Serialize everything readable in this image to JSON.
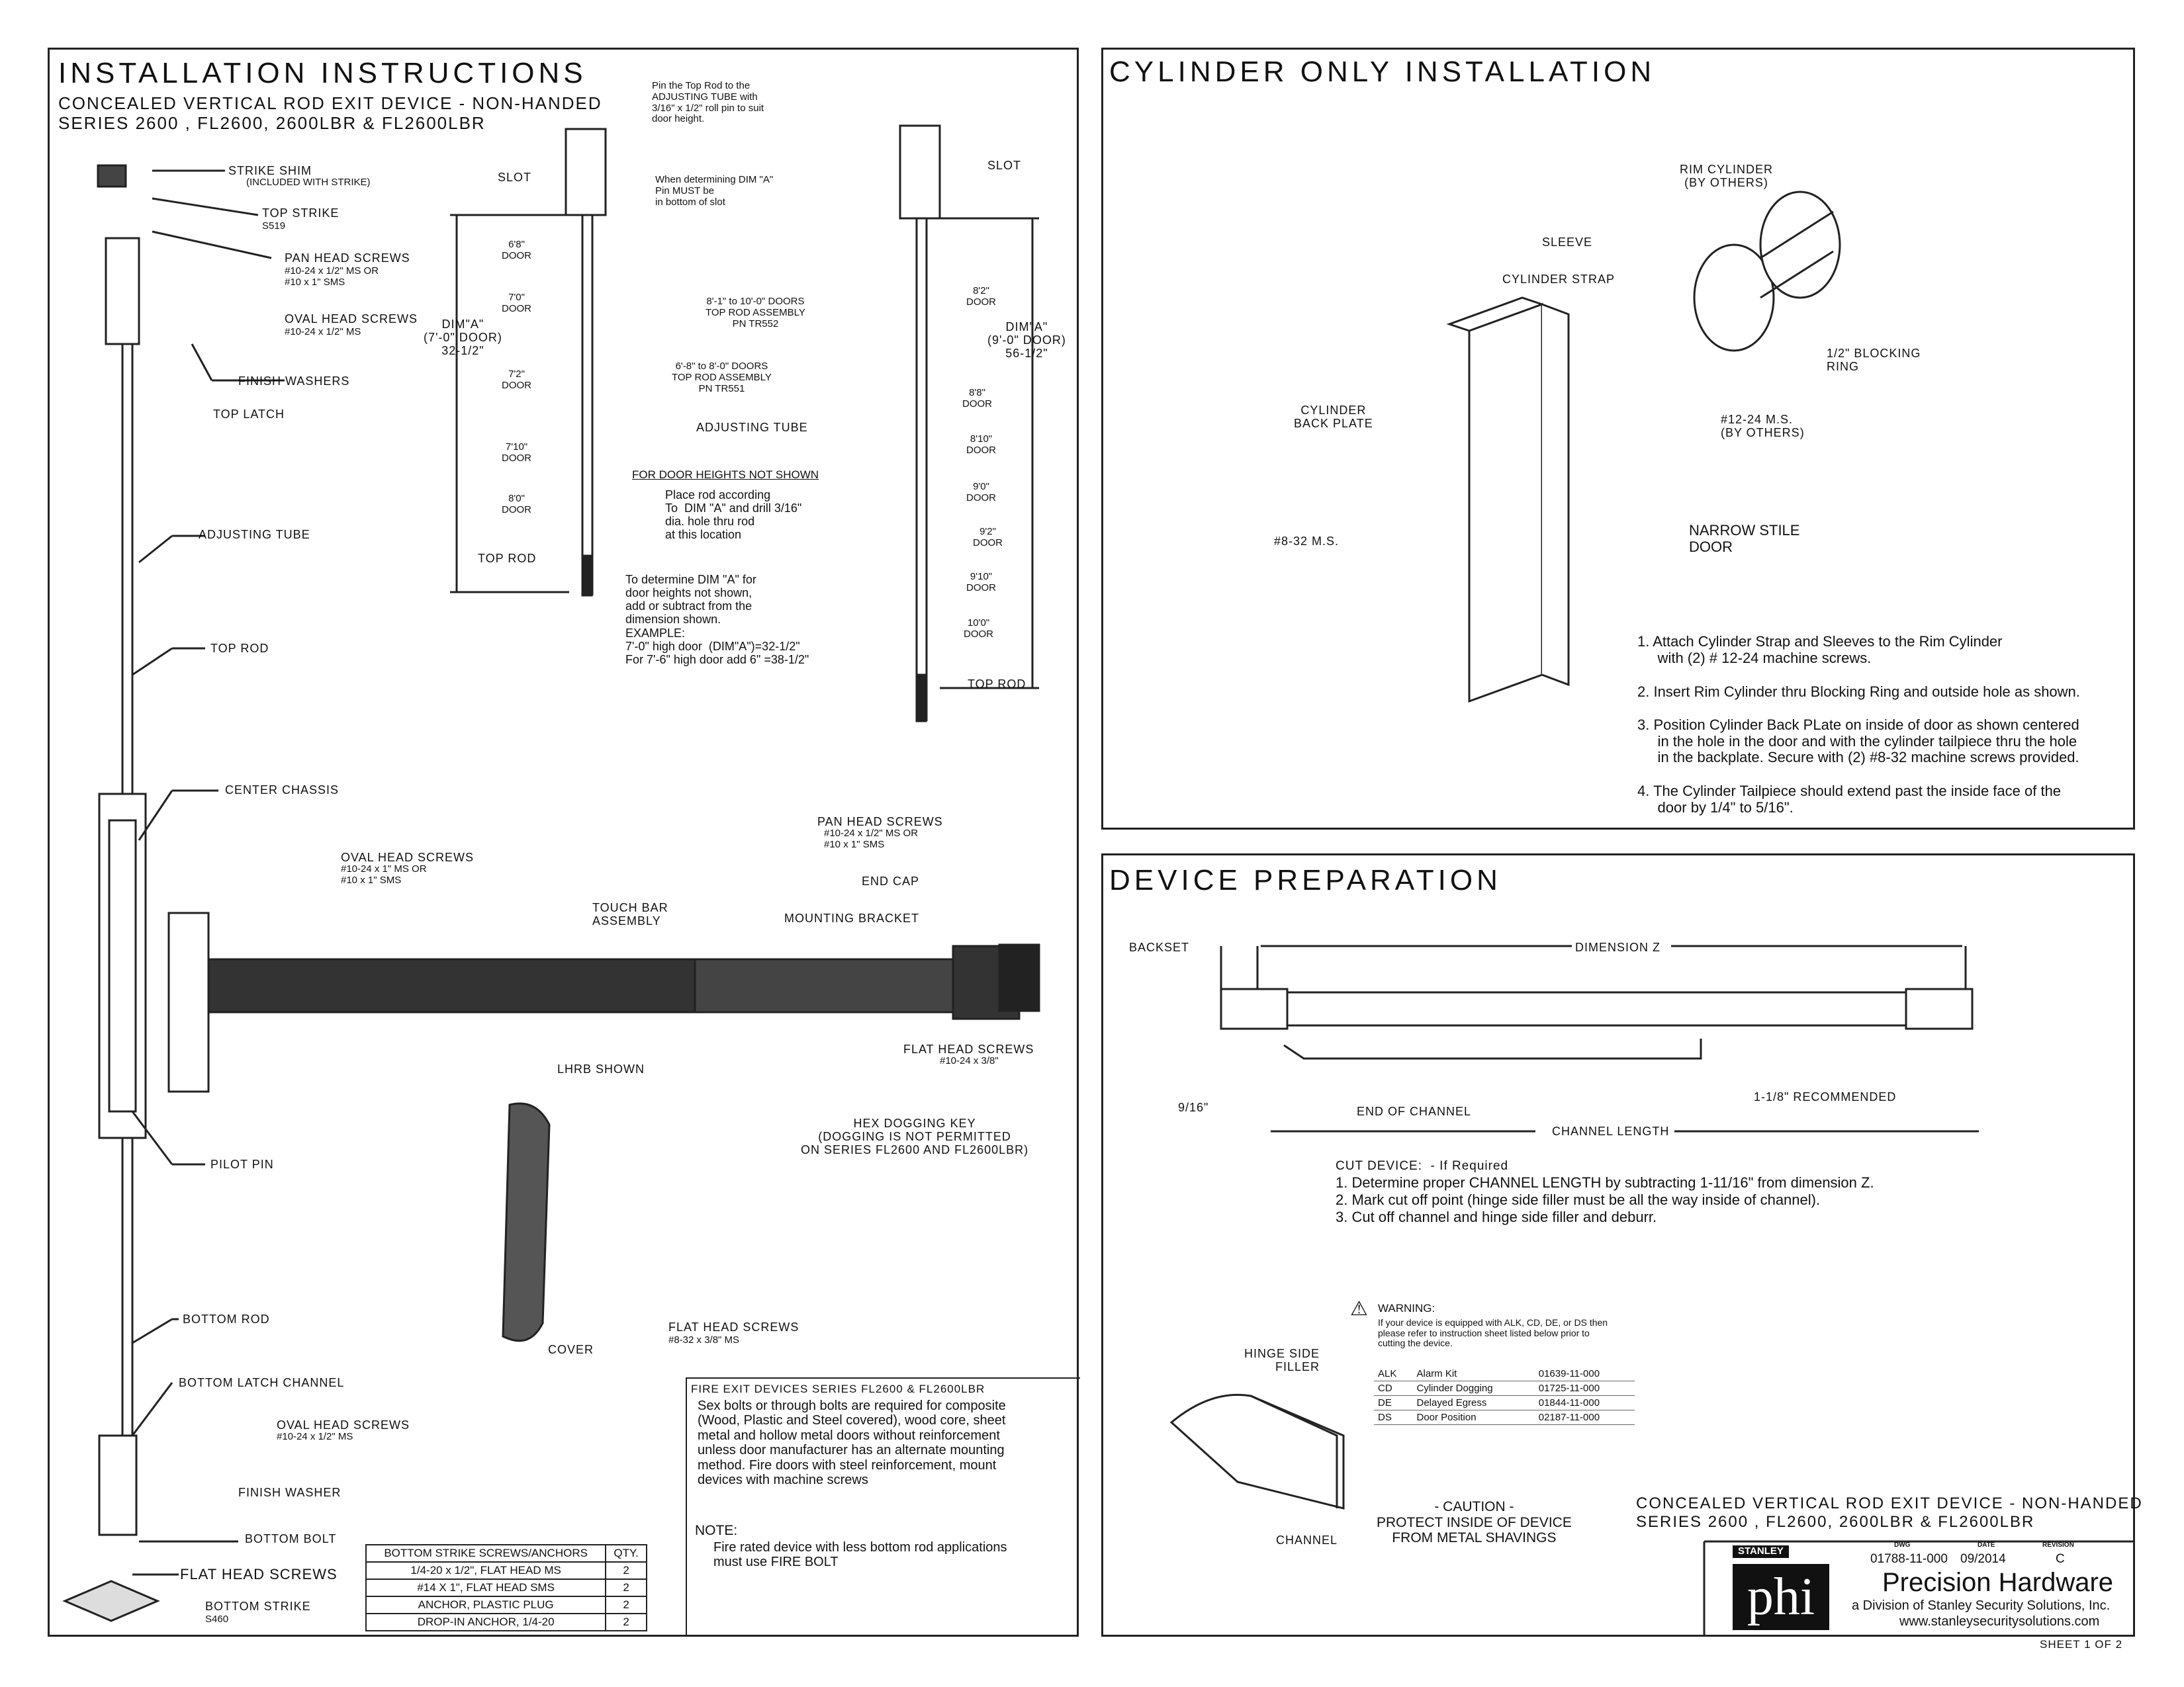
{
  "left_panel": {
    "title": "INSTALLATION INSTRUCTIONS",
    "subtitle_line1": "CONCEALED VERTICAL ROD EXIT DEVICE - NON-HANDED",
    "subtitle_line2": "SERIES 2600 , FL2600, 2600LBR & FL2600LBR",
    "labels": {
      "strike_shim": "STRIKE SHIM",
      "strike_shim_note": "(INCLUDED WITH STRIKE)",
      "top_strike": "TOP STRIKE",
      "top_strike_pn": "S519",
      "pan_head_screws_1": "PAN HEAD SCREWS",
      "pan_head_screws_1_spec": "#10-24 x 1/2\" MS OR\n#10 x 1\" SMS",
      "oval_head_screws_1": "OVAL HEAD SCREWS",
      "oval_head_screws_1_spec": "#10-24 x 1/2\" MS",
      "finish_washers": "FINISH WASHERS",
      "top_latch": "TOP LATCH",
      "adjusting_tube": "ADJUSTING TUBE",
      "top_rod": "TOP ROD",
      "center_chassis": "CENTER CHASSIS",
      "oval_head_screws_2": "OVAL HEAD SCREWS",
      "oval_head_screws_2_spec": "#10-24 x 1\" MS OR\n#10 x 1\" SMS",
      "touch_bar_assembly": "TOUCH BAR\nASSEMBLY",
      "pan_head_screws_2": "PAN HEAD SCREWS",
      "pan_head_screws_2_spec": "#10-24 x 1/2\" MS OR\n#10 x 1\" SMS",
      "end_cap": "END CAP",
      "mounting_bracket": "MOUNTING BRACKET",
      "flat_head_screws_1": "FLAT HEAD SCREWS",
      "flat_head_screws_1_spec": "#10-24 x 3/8\"",
      "lhrb_shown": "LHRB SHOWN",
      "hex_dogging_key": "HEX DOGGING KEY\n(DOGGING IS NOT PERMITTED\nON SERIES FL2600 AND FL2600LBR)",
      "pilot_pin": "PILOT PIN",
      "cover": "COVER",
      "flat_head_screws_2": "FLAT HEAD SCREWS",
      "flat_head_screws_2_spec": "#8-32 x 3/8\" MS",
      "bottom_rod": "BOTTOM ROD",
      "bottom_latch_channel": "BOTTOM LATCH CHANNEL",
      "oval_head_screws_3": "OVAL HEAD SCREWS",
      "oval_head_screws_3_spec": "#10-24 x 1/2\" MS",
      "finish_washer": "FINISH WASHER",
      "bottom_bolt": "BOTTOM BOLT",
      "flat_head_screws_3": "FLAT HEAD SCREWS",
      "bottom_strike": "BOTTOM STRIKE",
      "bottom_strike_pn": "S460"
    },
    "rod_diagram": {
      "pin_note": "Pin the Top Rod to the\nADJUSTING TUBE with\n3/16\" x 1/2\" roll pin to suit\ndoor height.",
      "slot": "SLOT",
      "slot_note": "When determining DIM \"A\"\nPin MUST be\nin bottom of slot",
      "dim_a_left": "DIM\"A\"\n(7'-0\" DOOR)\n32-1/2\"",
      "doors_left": [
        "6'8\"\nDOOR",
        "7'0\"\nDOOR",
        "7'2\"\nDOOR",
        "7'10\"\nDOOR",
        "8'0\"\nDOOR"
      ],
      "top_rod_left": "TOP ROD",
      "tr552": "8'-1\" to 10'-0\" DOORS\nTOP ROD ASSEMBLY\nPN TR552",
      "tr551": "6'-8\" to 8'-0\" DOORS\nTOP ROD ASSEMBLY\nPN TR551",
      "adjusting_tube": "ADJUSTING TUBE",
      "heights_heading": "FOR DOOR HEIGHTS NOT SHOWN",
      "heights_text": "Place rod according\nTo  DIM \"A\" and drill 3/16\"\ndia. hole thru rod\nat this location",
      "determine_text": "To determine DIM \"A\" for\ndoor heights not shown,\nadd or subtract from the\ndimension shown.\nEXAMPLE:\n7'-0\" high door  (DIM\"A\")=32-1/2\"\nFor 7'-6\" high door add 6\" =38-1/2\"",
      "dim_a_right": "DIM\"A\"\n(9'-0\" DOOR)\n56-1/2\"",
      "doors_right": [
        "8'2\"\nDOOR",
        "8'8\"\nDOOR",
        "8'10\"\nDOOR",
        "9'0\"\nDOOR",
        "9'2\"\nDOOR",
        "9'10\"\nDOOR",
        "10'0\"\nDOOR"
      ],
      "top_rod_right": "TOP ROD"
    },
    "fire_box": {
      "heading": "FIRE EXIT DEVICES SERIES FL2600 & FL2600LBR",
      "text": "Sex bolts or through bolts are required for composite\n(Wood, Plastic and Steel covered), wood core, sheet\nmetal and hollow metal doors without reinforcement\nunless door manufacturer has an alternate mounting\nmethod. Fire doors with steel reinforcement, mount\ndevices with machine screws",
      "note_heading": "NOTE:",
      "note_text": "Fire rated device with less bottom rod applications\nmust use FIRE BOLT"
    },
    "bottom_table": {
      "headers": [
        "BOTTOM STRIKE SCREWS/ANCHORS",
        "QTY."
      ],
      "rows": [
        [
          "1/4-20 x 1/2\", FLAT HEAD MS",
          "2"
        ],
        [
          "#14 X 1\", FLAT HEAD SMS",
          "2"
        ],
        [
          "ANCHOR, PLASTIC PLUG",
          "2"
        ],
        [
          "DROP-IN ANCHOR, 1/4-20",
          "2"
        ]
      ]
    }
  },
  "cylinder_panel": {
    "title": "CYLINDER ONLY INSTALLATION",
    "labels": {
      "rim_cylinder": "RIM CYLINDER\n(BY OTHERS)",
      "sleeve": "SLEEVE",
      "cylinder_strap": "CYLINDER STRAP",
      "blocking_ring": "1/2\" BLOCKING\nRING",
      "ms_12_24": "#12-24 M.S.\n(BY OTHERS)",
      "cylinder_back_plate": "CYLINDER\nBACK PLATE",
      "ms_8_32": "#8-32 M.S.",
      "narrow_stile": "NARROW STILE\nDOOR"
    },
    "steps": [
      "1. Attach Cylinder Strap and Sleeves to the Rim Cylinder\n     with (2) # 12-24 machine screws.",
      "2. Insert Rim Cylinder thru Blocking Ring and outside hole as shown.",
      "3. Position Cylinder Back PLate on inside of door as shown centered\n     in the hole in the door and with the cylinder tailpiece thru the hole\n     in the backplate. Secure with (2) #8-32 machine screws provided.",
      "4. The Cylinder Tailpiece should extend past the inside face of the\n     door by 1/4\" to 5/16\"."
    ]
  },
  "device_panel": {
    "title": "DEVICE PREPARATION",
    "labels": {
      "backset": "BACKSET",
      "dimension_z": "DIMENSION Z",
      "nine_sixteenths": "9/16\"",
      "end_of_channel": "END OF CHANNEL",
      "recommended": "1-1/8\" RECOMMENDED",
      "channel_length": "CHANNEL LENGTH",
      "hinge_side_filler": "HINGE SIDE\nFILLER",
      "channel": "CHANNEL"
    },
    "cut_heading": "CUT DEVICE:  - If Required",
    "cut_steps": [
      "1. Determine proper CHANNEL LENGTH by subtracting 1-11/16\" from dimension Z.",
      "2. Mark cut off point (hinge side filler must be all the way inside of channel).",
      "3. Cut off channel and hinge side filler and deburr."
    ],
    "warning": {
      "heading": "WARNING:",
      "text": "If your device is equipped with ALK, CD, DE, or DS then\nplease refer to instruction sheet listed below prior to\ncutting the device.",
      "rows": [
        [
          "ALK",
          "Alarm Kit",
          "01639-11-000"
        ],
        [
          "CD",
          "Cylinder Dogging",
          "01725-11-000"
        ],
        [
          "DE",
          "Delayed Egress",
          "01844-11-000"
        ],
        [
          "DS",
          "Door Position",
          "02187-11-000"
        ]
      ]
    },
    "caution": "- CAUTION -\nPROTECT INSIDE OF DEVICE\nFROM METAL SHAVINGS"
  },
  "title_block": {
    "line1": "CONCEALED VERTICAL ROD EXIT DEVICE - NON-HANDED",
    "line2": "SERIES 2600 , FL2600, 2600LBR & FL2600LBR",
    "stanley": "STANLEY",
    "logo": "phi",
    "dwg_label": "DWG",
    "dwg": "01788-11-000",
    "date_label": "DATE",
    "date": "09/2014",
    "rev_label": "REVISION",
    "rev": "C",
    "company": "Precision Hardware",
    "division": "a Division of Stanley Security Solutions, Inc.",
    "website": "www.stanleysecuritysolutions.com",
    "sheet": "SHEET 1 OF 2"
  }
}
